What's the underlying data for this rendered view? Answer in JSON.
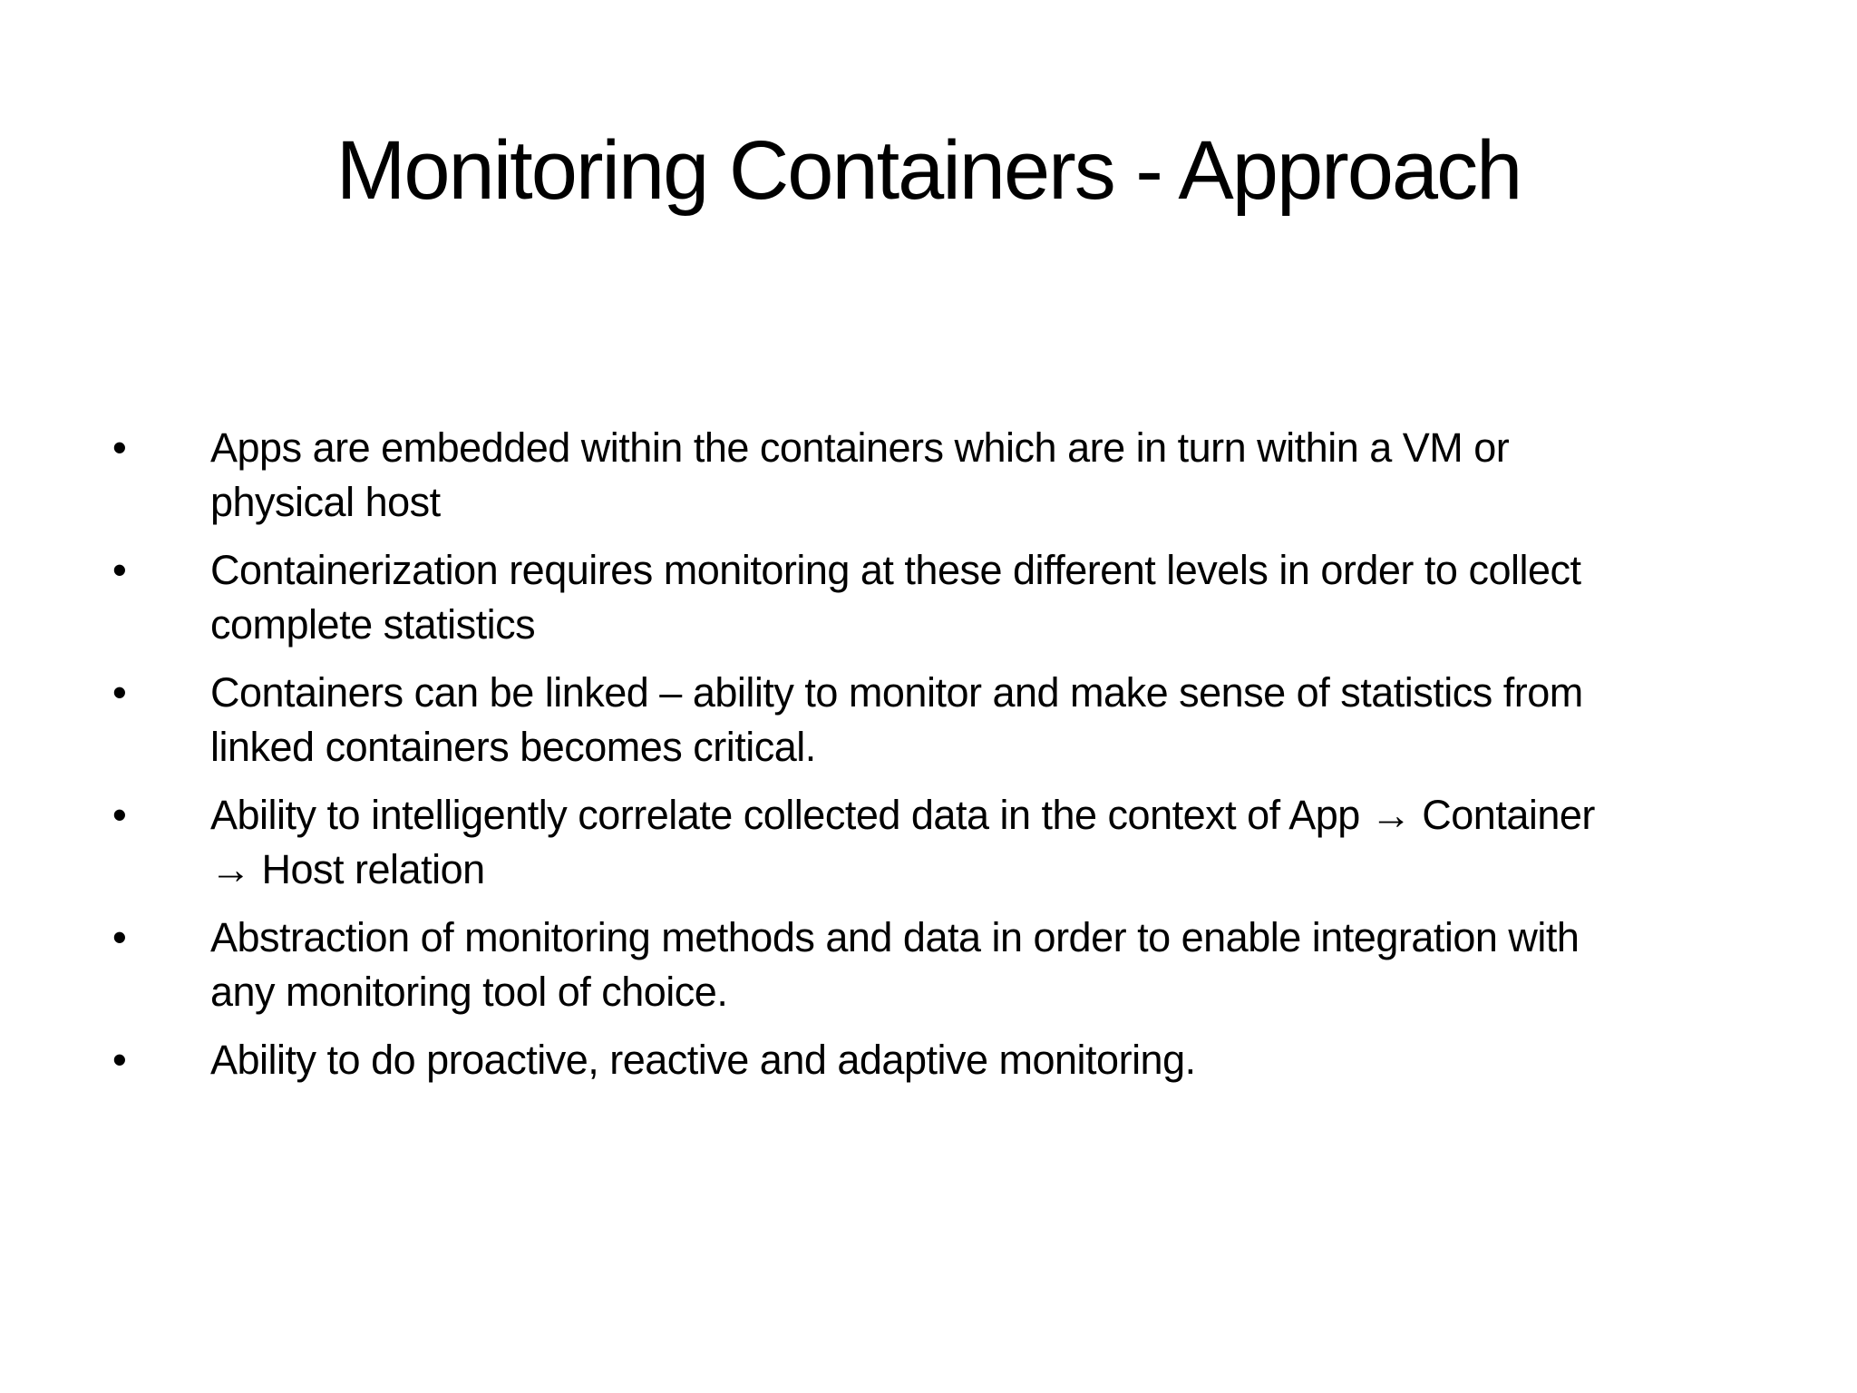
{
  "slide": {
    "background_color": "#ffffff",
    "text_color": "#000000",
    "title": "Monitoring Containers - Approach",
    "bullet_char": "•",
    "bullets": [
      {
        "lines": [
          "Apps are embedded within the containers which are in turn within a VM or",
          "physical host"
        ]
      },
      {
        "lines": [
          "Containerization requires monitoring at these  different levels in order to collect",
          "complete statistics"
        ]
      },
      {
        "lines": [
          "Containers can be linked – ability to monitor and make sense of statistics from",
          "linked containers becomes critical."
        ]
      },
      {
        "lines": [
          "Ability to intelligently correlate collected data in the context of App → Container",
          "→ Host relation"
        ]
      },
      {
        "lines": [
          "Abstraction of monitoring methods and data in order to enable integration with",
          "any monitoring tool of choice."
        ]
      },
      {
        "lines": [
          "Ability to do proactive, reactive and adaptive monitoring."
        ]
      }
    ]
  }
}
